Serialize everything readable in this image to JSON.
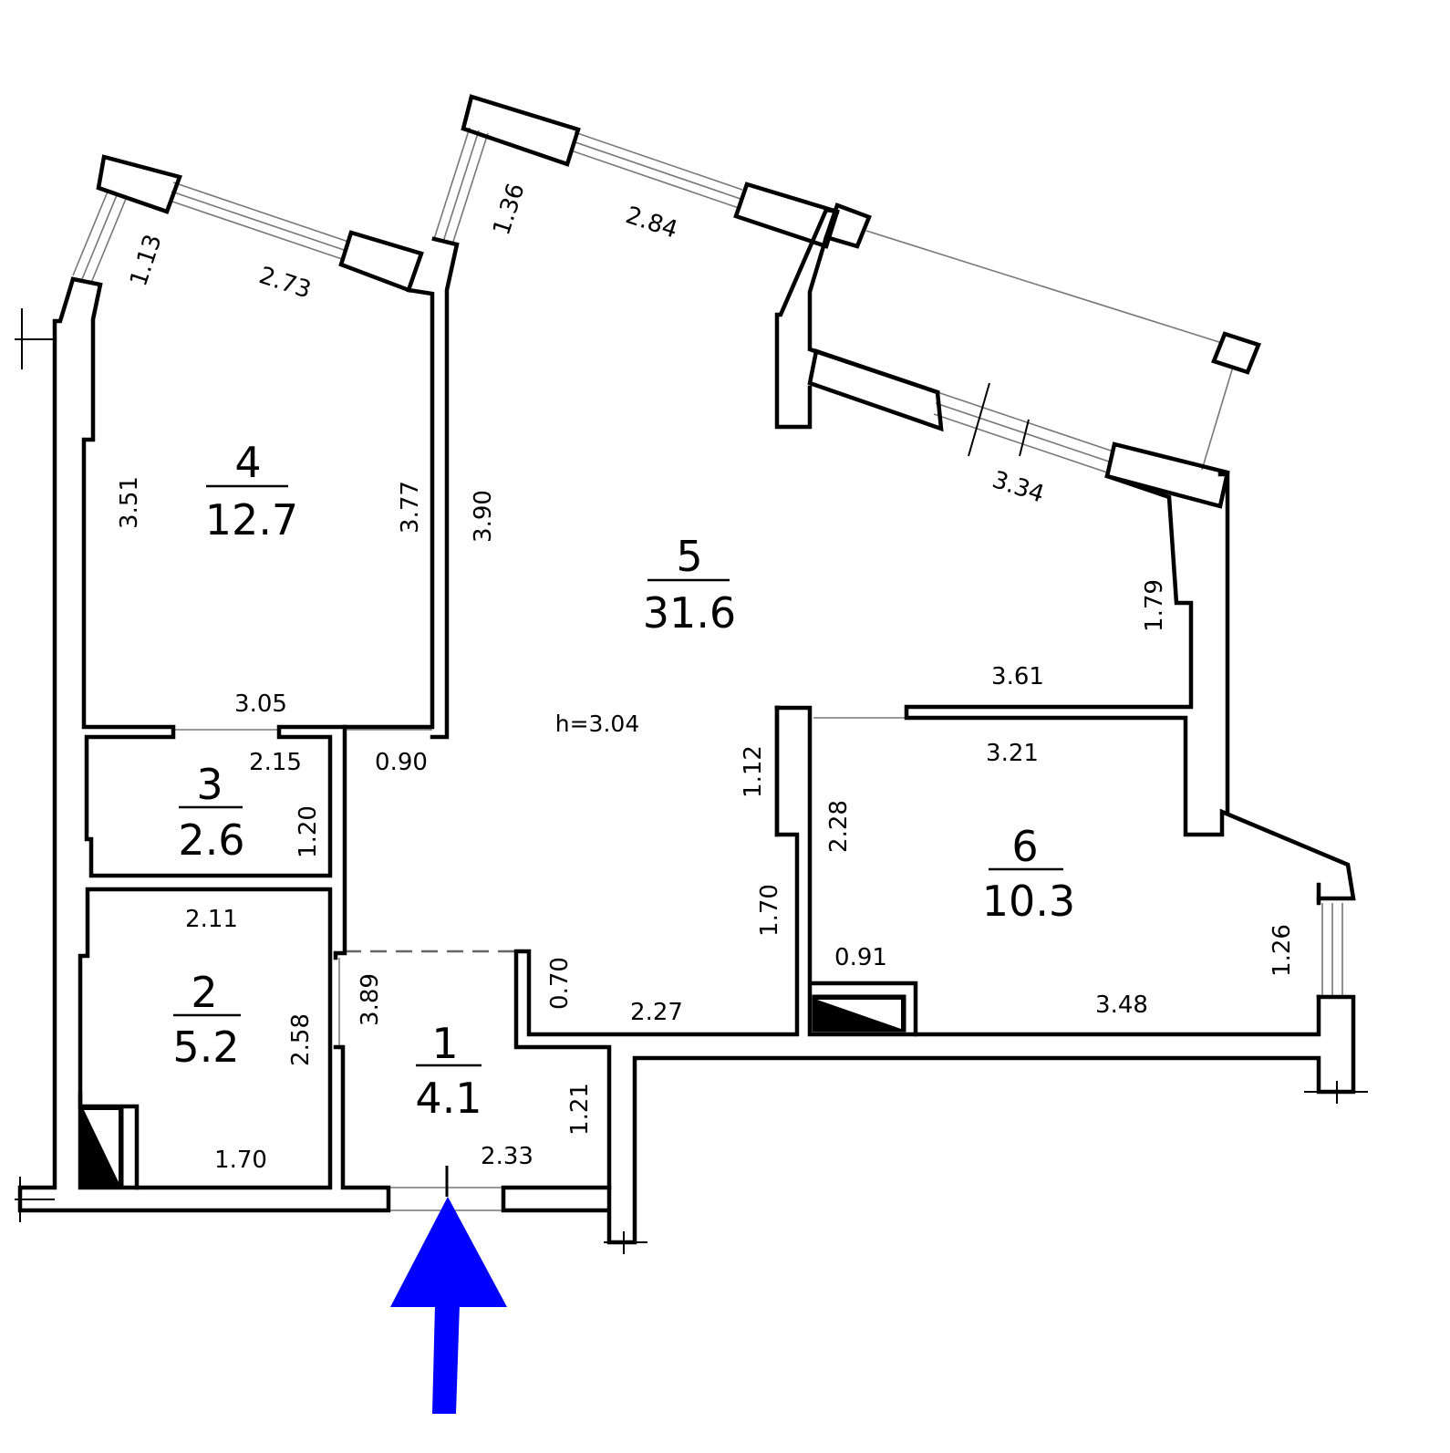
{
  "colors": {
    "walls": "#000000",
    "entrance_arrow": "#0000ff"
  },
  "icons": [
    "entrance-arrow-icon",
    "ventilation-shaft-icon"
  ],
  "ceiling_height": "h=3.04",
  "rooms": [
    {
      "number": "1",
      "area": "4.1"
    },
    {
      "number": "2",
      "area": "5.2"
    },
    {
      "number": "3",
      "area": "2.6"
    },
    {
      "number": "4",
      "area": "12.7"
    },
    {
      "number": "5",
      "area": "31.6"
    },
    {
      "number": "6",
      "area": "10.3"
    }
  ],
  "dimensions": [
    "1.13",
    "2.73",
    "1.36",
    "2.84",
    "3.51",
    "3.77",
    "3.90",
    "3.34",
    "1.79",
    "3.61",
    "3.05",
    "2.15",
    "0.90",
    "1.20",
    "3.21",
    "1.12",
    "2.28",
    "2.11",
    "1.70",
    "0.91",
    "1.26",
    "0.70",
    "3.89",
    "2.58",
    "2.27",
    "3.48",
    "1.21",
    "2.33",
    "1.70"
  ]
}
